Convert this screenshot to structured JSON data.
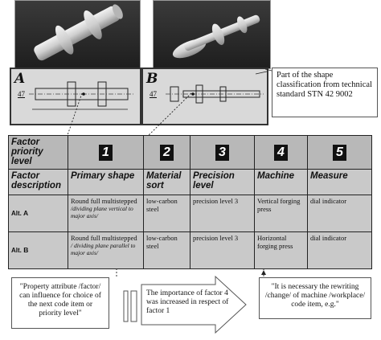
{
  "panels": {
    "a_label": "A",
    "b_label": "B",
    "dim_a": "47",
    "dim_b": "47"
  },
  "standard_note": "Part of the shape classification from technical standard STN 42 9002",
  "table": {
    "row_priority_label": "Factor priority level",
    "numbers": [
      "1",
      "2",
      "3",
      "4",
      "5"
    ],
    "row_desc_label": "Factor description",
    "headers": [
      "Primary shape",
      "Material sort",
      "Precision level",
      "Machine",
      "Measure"
    ],
    "alts": [
      {
        "label_prefix": "Alt.",
        "label": "A",
        "shape": "Round full multistepped",
        "shape_note": "/dividing plane vertical to major axis/",
        "material": "low-carbon steel",
        "precision": "precision level 3",
        "machine": "Vertical forging press",
        "measure": "dial indicator"
      },
      {
        "label_prefix": "Alt.",
        "label": "B",
        "shape": "Round full multistepped",
        "shape_note": "/ dividing plane parallel to major axis/",
        "material": "low-carbon steel",
        "precision": "precision level 3",
        "machine": "Horizontal forging press",
        "measure": "dial indicator"
      }
    ]
  },
  "notes": {
    "property": "\"Property attribute /factor/ can influence for choice of the next code item or priority level\"",
    "importance": "The importance of factor 4 was increased in respect of factor 1",
    "rewriting": "\"It is necessary the rewriting /change/ of machine /workplace/ code item, e.g.\""
  },
  "colors": {
    "render_bg": "#262626",
    "table_bg": "#c9c9c9",
    "panel_bg": "#d9d9d9"
  }
}
